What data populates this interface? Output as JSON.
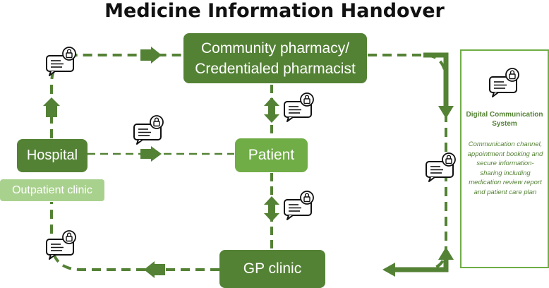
{
  "title": "Medicine Information Handover",
  "nodes": {
    "pharmacy_line1": "Community pharmacy/",
    "pharmacy_line2": "Credentialed pharmacist",
    "patient": "Patient",
    "hospital": "Hospital",
    "outpatient": "Outpatient clinic",
    "gp": "GP clinic"
  },
  "panel": {
    "title": "Digital Communication System",
    "description": "Communication channel, appointment booking and secure information-sharing including medication review report and patient care plan"
  },
  "icons": [
    "chat-lock-icon"
  ],
  "colors": {
    "dark_green": "#548235",
    "mid_green": "#70ad47",
    "light_green": "#a9d18e"
  }
}
